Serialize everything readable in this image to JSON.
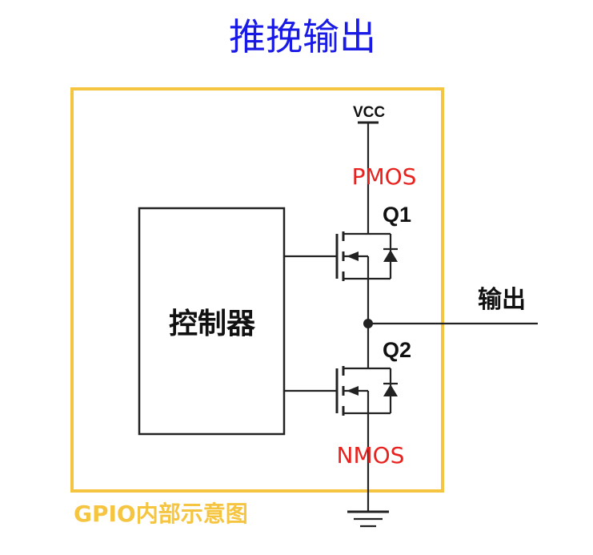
{
  "title": "推挽输出",
  "supply_label": "VCC",
  "controller_label": "控制器",
  "q1": {
    "type": "PMOS",
    "label": "Q1"
  },
  "q2": {
    "type": "NMOS",
    "label": "Q2"
  },
  "output_label": "输出",
  "frame_caption": "GPIO内部示意图",
  "colors": {
    "title": "#1a1ae6",
    "mos_type": "#e8231f",
    "frame": "#f5c542",
    "wire": "#222222"
  },
  "icons": {
    "supply": "vcc-bar-symbol",
    "ground": "ground-symbol",
    "junction": "node-dot"
  }
}
